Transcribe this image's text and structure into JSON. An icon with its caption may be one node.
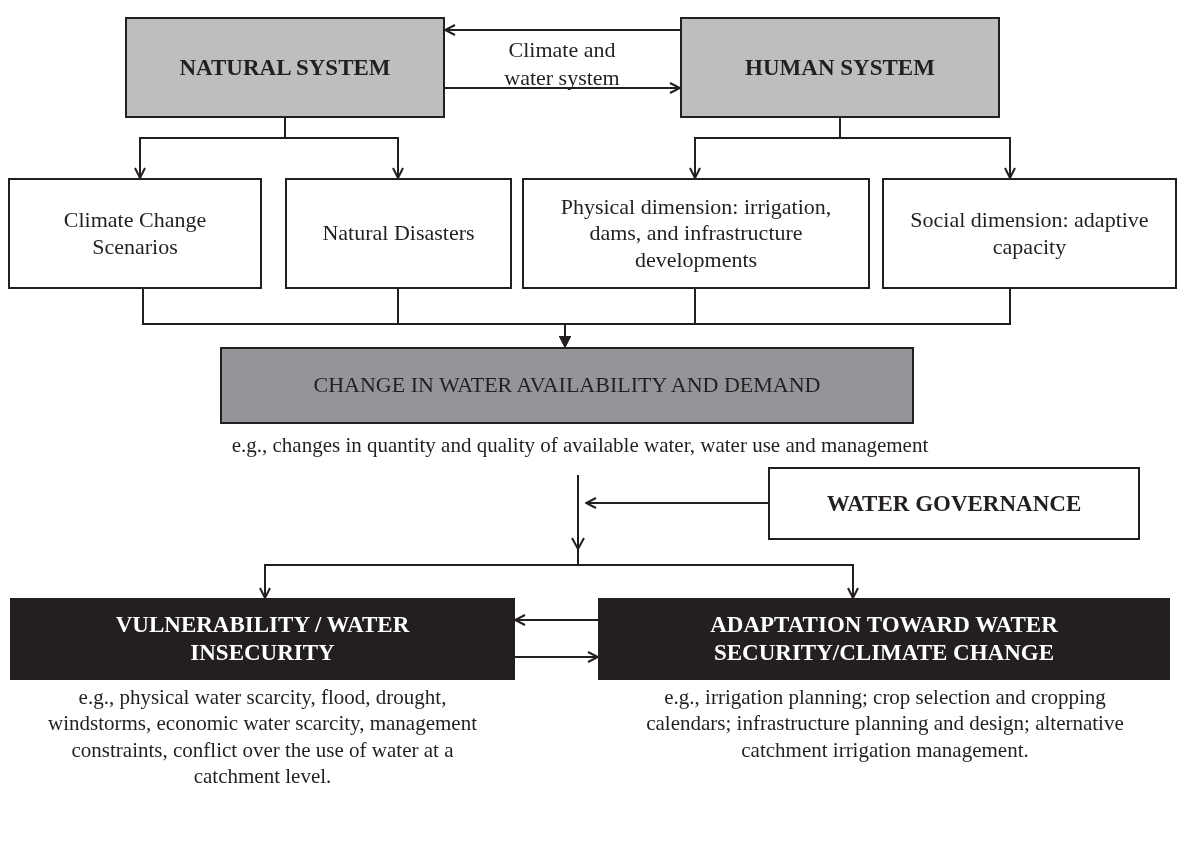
{
  "diagram": {
    "nodes": [
      {
        "text": [
          "NATURAL SYSTEM"
        ]
      },
      {
        "text": [
          "HUMAN SYSTEM"
        ]
      },
      {
        "text": [
          "Climate Change Scenarios"
        ]
      },
      {
        "text": [
          "Natural Disasters"
        ]
      },
      {
        "text": [
          "Physical dimension: irrigation, dams, and infrastructure developments"
        ]
      },
      {
        "text": [
          "Social dimension: adaptive capacity"
        ]
      },
      {
        "text": [
          "CHANGE IN WATER AVAILABILITY AND DEMAND"
        ],
        "beside": [
          "e.g., changes in quantity and quality of available water, water use and management"
        ]
      },
      {
        "text": [
          "WATER GOVERNANCE"
        ]
      },
      {
        "text": [
          "VULNERABILITY / WATER INSECURITY"
        ],
        "beside": [
          "e.g., physical water scarcity, flood, drought, windstorms, economic water scarcity, management constraints, conflict over the use of water at a catchment level."
        ]
      },
      {
        "text": [
          "ADAPTATION TOWARD WATER SECURITY/CLIMATE CHANGE"
        ],
        "beside": [
          "e.g., irrigation planning; crop selection and cropping calendars; infrastructure planning and design; alternative catchment irrigation management."
        ]
      }
    ],
    "edges": [
      {
        "from": 1,
        "to": 0,
        "arrow": "to"
      },
      {
        "from": 0,
        "to": 1,
        "arrow": "to"
      },
      {
        "from": 0,
        "to": 2,
        "arrow": "to"
      },
      {
        "from": 0,
        "to": 3,
        "arrow": "to"
      },
      {
        "from": 1,
        "to": 4,
        "arrow": "to"
      },
      {
        "from": 1,
        "to": 5,
        "arrow": "to"
      },
      {
        "from": 2,
        "to": 6,
        "arrow": "to"
      },
      {
        "from": 3,
        "to": 6,
        "arrow": "to"
      },
      {
        "from": 4,
        "to": 6,
        "arrow": "to"
      },
      {
        "from": 5,
        "to": 6,
        "arrow": "to"
      },
      {
        "from": 7,
        "to": null,
        "arrow": "to"
      },
      {
        "from": 6,
        "to": 8,
        "arrow": "to"
      },
      {
        "from": 6,
        "to": 9,
        "arrow": "to"
      },
      {
        "from": 9,
        "to": 8,
        "arrow": "to"
      },
      {
        "from": 8,
        "to": 9,
        "arrow": "to"
      }
    ],
    "labels": [
      "Climate and water system"
    ]
  }
}
